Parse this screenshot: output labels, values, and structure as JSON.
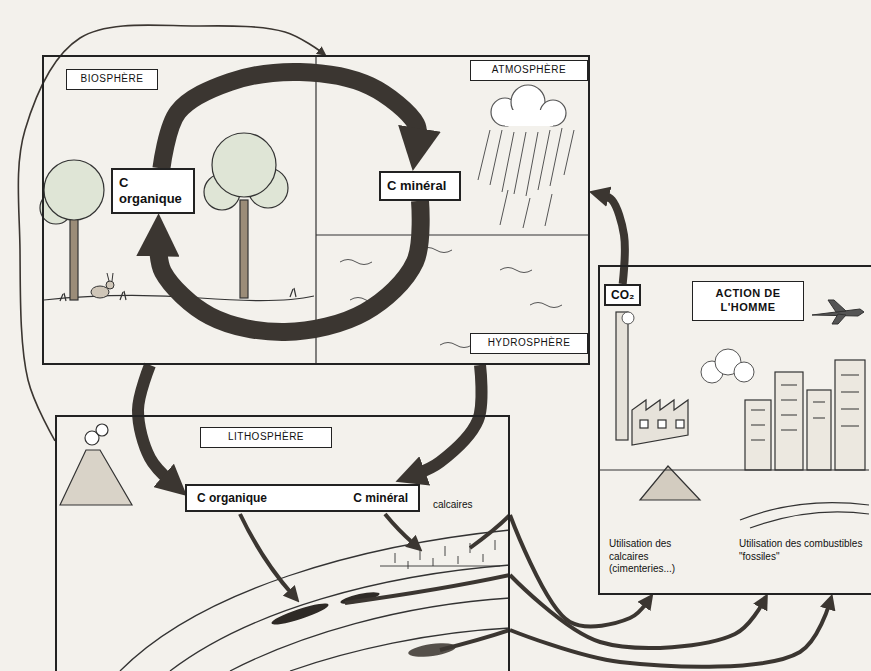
{
  "diagram": {
    "nodes": [
      {
        "text": [
          "BIOSPHÈRE",
          "ATMOSPHÈRE",
          "HYDROSPHÈRE"
        ]
      },
      {
        "text": [
          "C organique"
        ],
        "in": 0
      },
      {
        "text": [
          "C minéral"
        ],
        "in": 0
      },
      {
        "text": [
          "ACTION DE L'HOMME",
          "Utilisation des calcaires (cimenteries...)",
          "Utilisation des combustibles \"fossiles\""
        ]
      },
      {
        "text": [
          "CO₂"
        ],
        "in": 3
      },
      {
        "text": [
          "LITHOSPHÈRE"
        ]
      },
      {
        "text": [
          "C organique",
          "C minéral"
        ],
        "in": 5
      }
    ],
    "edges": [
      {
        "from": 1,
        "to": 2,
        "arrow": "to"
      },
      {
        "from": 2,
        "to": 1,
        "arrow": "to"
      },
      {
        "from": 4,
        "to": 0,
        "arrow": "to"
      },
      {
        "from": 5,
        "to": 0,
        "arrow": "to"
      },
      {
        "from": 0,
        "to": 6,
        "arrow": "to"
      },
      {
        "from": 0,
        "to": 6,
        "arrow": "to"
      },
      {
        "from": 5,
        "to": 3,
        "arrow": "to"
      },
      {
        "from": 5,
        "to": 3,
        "arrow": "to"
      },
      {
        "from": 5,
        "to": 3,
        "arrow": "to"
      }
    ],
    "labels": [
      "calcaires"
    ]
  }
}
